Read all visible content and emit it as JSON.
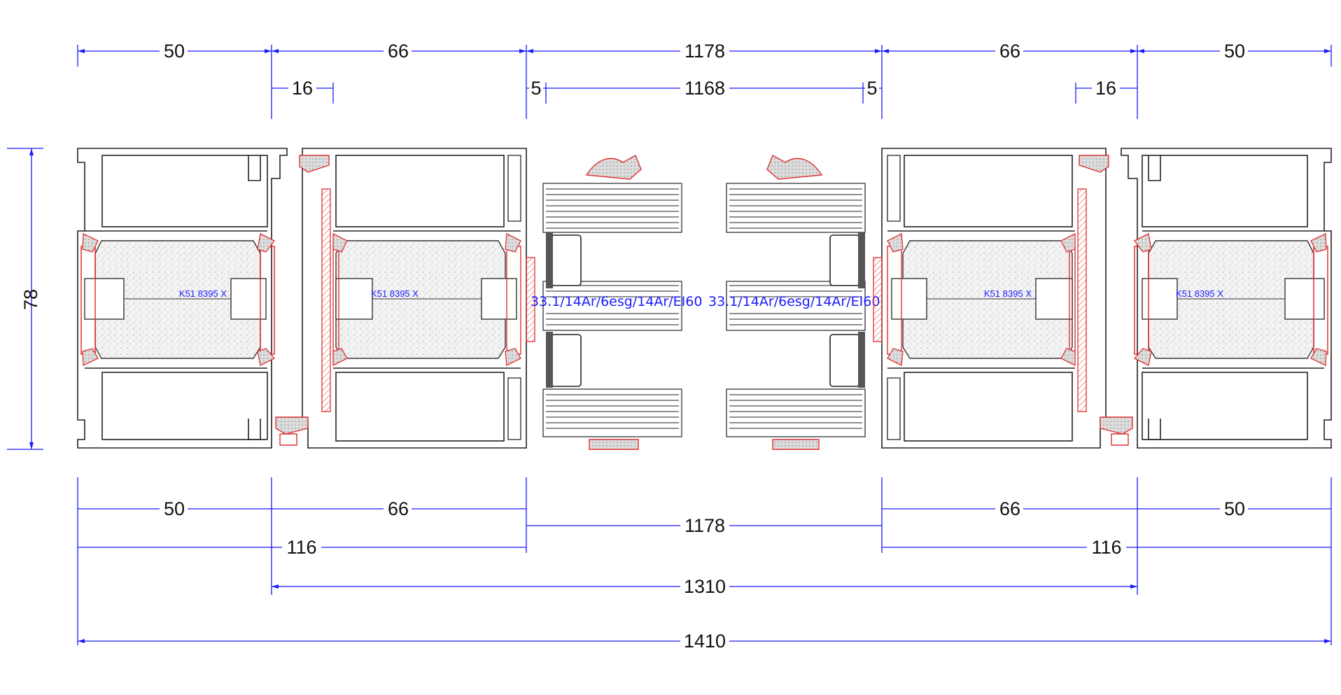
{
  "colors": {
    "dimension_line": "#1a1aff",
    "dimension_text": "#111111",
    "profile_outline": "#222222",
    "gasket": "#e03030",
    "label": "#1a1aff"
  },
  "dimensions": {
    "top_row1": [
      "50",
      "66",
      "1178",
      "66",
      "50"
    ],
    "top_row2": [
      "16",
      "5",
      "1168",
      "5",
      "16"
    ],
    "vertical": "78",
    "bottom_row1": [
      "50",
      "66",
      "1178",
      "66",
      "50"
    ],
    "bottom_row2": [
      "116",
      "116"
    ],
    "bottom_row3": "1310",
    "bottom_row4": "1410"
  },
  "labels": {
    "profile_code": "K51 8395 X",
    "glass_spec": "33.1/14Ar/6esg/14Ar/EI60"
  }
}
